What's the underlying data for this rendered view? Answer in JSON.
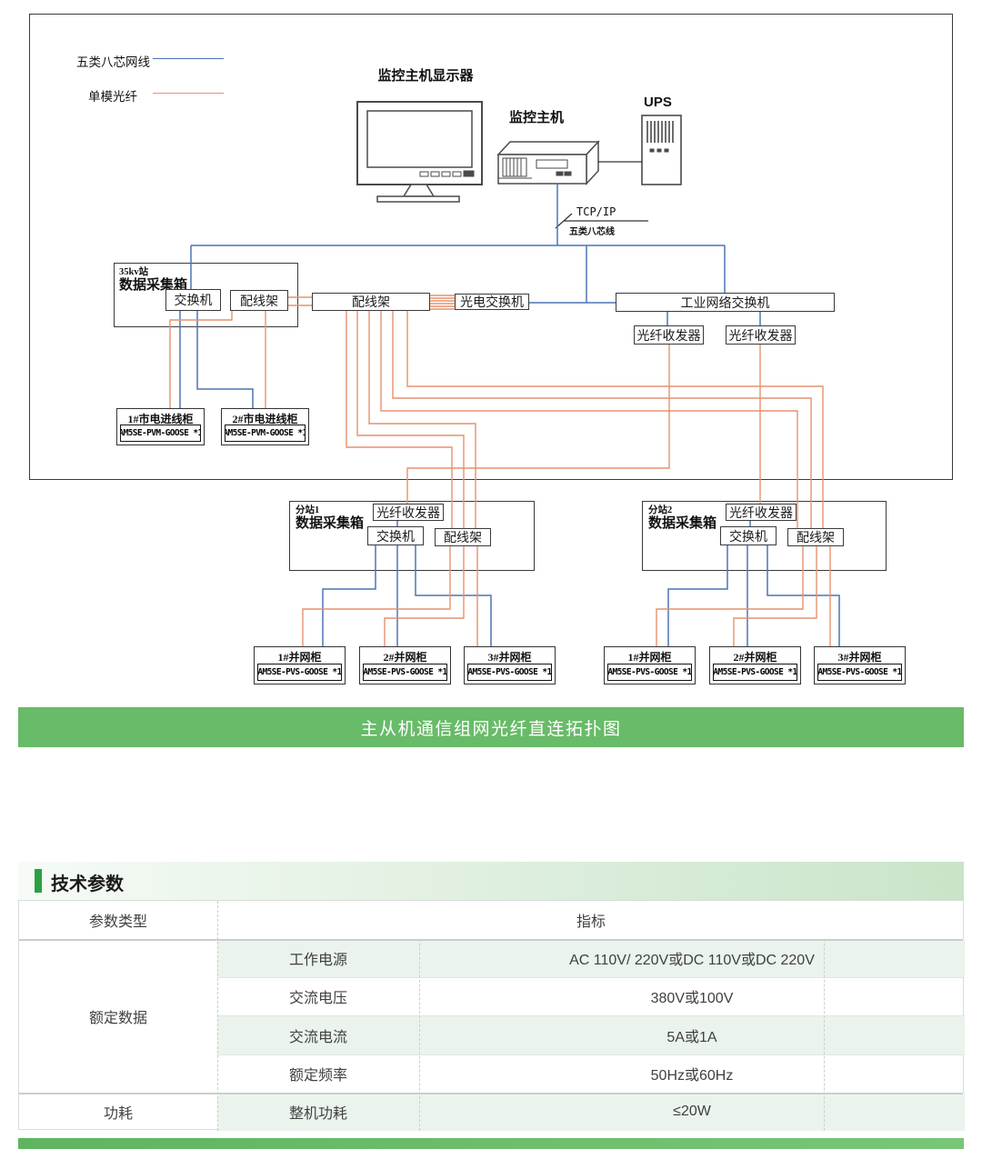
{
  "page": {
    "caption": "主从机通信组网光纤直连拓扑图",
    "section_title": "技术参数",
    "accent_green": "#68bb68",
    "cat5_color": "#4d74b6",
    "fiber_color": "#e6926f"
  },
  "legend": {
    "cat5_label": "五类八芯网线",
    "fiber_label": "单模光纤"
  },
  "devices": {
    "monitor_label": "监控主机显示器",
    "host_label": "监控主机",
    "ups_label": "UPS",
    "tcp_label": "TCP/IP",
    "tcp_sub_label": "五类八芯线"
  },
  "station35kv": {
    "tag": "35kv站",
    "name": "数据采集箱",
    "switch": "交换机",
    "patch": "配线架"
  },
  "backbone": {
    "patch_panel": "配线架",
    "optical_switch": "光电交换机",
    "industrial_switch": "工业网络交换机",
    "transceiver1": "光纤收发器",
    "transceiver2": "光纤收发器"
  },
  "mains_cabinets": [
    {
      "title": "1#市电进线柜",
      "device": "AM5SE-PVM-GOOSE *1"
    },
    {
      "title": "2#市电进线柜",
      "device": "AM5SE-PVM-GOOSE *1"
    }
  ],
  "substations": [
    {
      "tag": "分站1",
      "name": "数据采集箱",
      "transceiver": "光纤收发器",
      "switch": "交换机",
      "patch": "配线架"
    },
    {
      "tag": "分站2",
      "name": "数据采集箱",
      "transceiver": "光纤收发器",
      "switch": "交换机",
      "patch": "配线架"
    }
  ],
  "grid_cabinets": [
    {
      "title": "1#并网柜",
      "device": "AM5SE-PVS-GOOSE *1"
    },
    {
      "title": "2#并网柜",
      "device": "AM5SE-PVS-GOOSE *1"
    },
    {
      "title": "3#并网柜",
      "device": "AM5SE-PVS-GOOSE *1"
    },
    {
      "title": "1#并网柜",
      "device": "AM5SE-PVS-GOOSE *1"
    },
    {
      "title": "2#并网柜",
      "device": "AM5SE-PVS-GOOSE *1"
    },
    {
      "title": "3#并网柜",
      "device": "AM5SE-PVS-GOOSE *1"
    }
  ],
  "table": {
    "header": {
      "col1": "参数类型",
      "col2": "指标"
    },
    "groups": [
      {
        "name": "额定数据",
        "rows": [
          {
            "param": "工作电源",
            "value": "AC 110V/ 220V或DC 110V或DC 220V"
          },
          {
            "param": "交流电压",
            "value": "380V或100V"
          },
          {
            "param": "交流电流",
            "value": "5A或1A"
          },
          {
            "param": "额定频率",
            "value": "50Hz或60Hz"
          }
        ]
      },
      {
        "name": "功耗",
        "rows": [
          {
            "param": "整机功耗",
            "value": "≤20W"
          }
        ]
      }
    ]
  }
}
